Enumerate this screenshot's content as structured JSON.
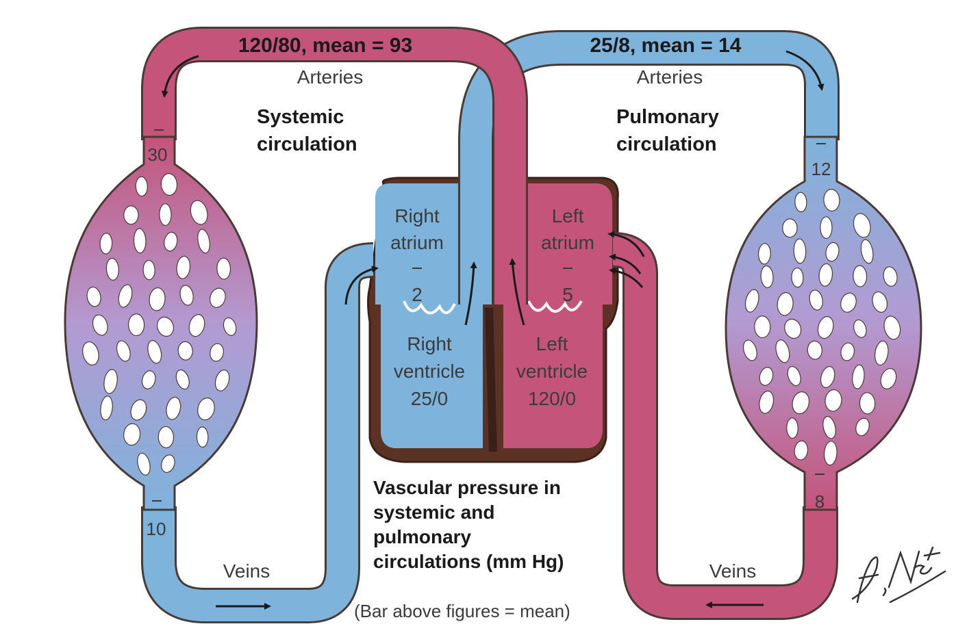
{
  "systemic": {
    "artery_pressure": "120/80, mean = 93",
    "arteries_label": "Arteries",
    "title_line1": "Systemic",
    "title_line2": "circulation",
    "capillary_in": "30",
    "capillary_out": "10",
    "veins_label": "Veins"
  },
  "pulmonary": {
    "artery_pressure": "25/8, mean = 14",
    "arteries_label": "Arteries",
    "title_line1": "Pulmonary",
    "title_line2": "circulation",
    "capillary_in": "12",
    "capillary_out": "8",
    "veins_label": "Veins"
  },
  "heart": {
    "right_atrium": {
      "line1": "Right",
      "line2": "atrium",
      "value": "2"
    },
    "left_atrium": {
      "line1": "Left",
      "line2": "atrium",
      "value": "5"
    },
    "right_ventricle": {
      "line1": "Right",
      "line2": "ventricle",
      "value": "25/0"
    },
    "left_ventricle": {
      "line1": "Left",
      "line2": "ventricle",
      "value": "120/0"
    }
  },
  "caption": {
    "line1": "Vascular pressure in",
    "line2": "systemic and",
    "line3": "pulmonary",
    "line4": "circulations (mm Hg)",
    "note": "(Bar above figures = mean)"
  },
  "signature": "F. Netter M.D.",
  "colors": {
    "arterial": "#c45479",
    "venous": "#7eb3dc",
    "outline": "#4a3a35",
    "heart_wall": "#5b3224"
  }
}
